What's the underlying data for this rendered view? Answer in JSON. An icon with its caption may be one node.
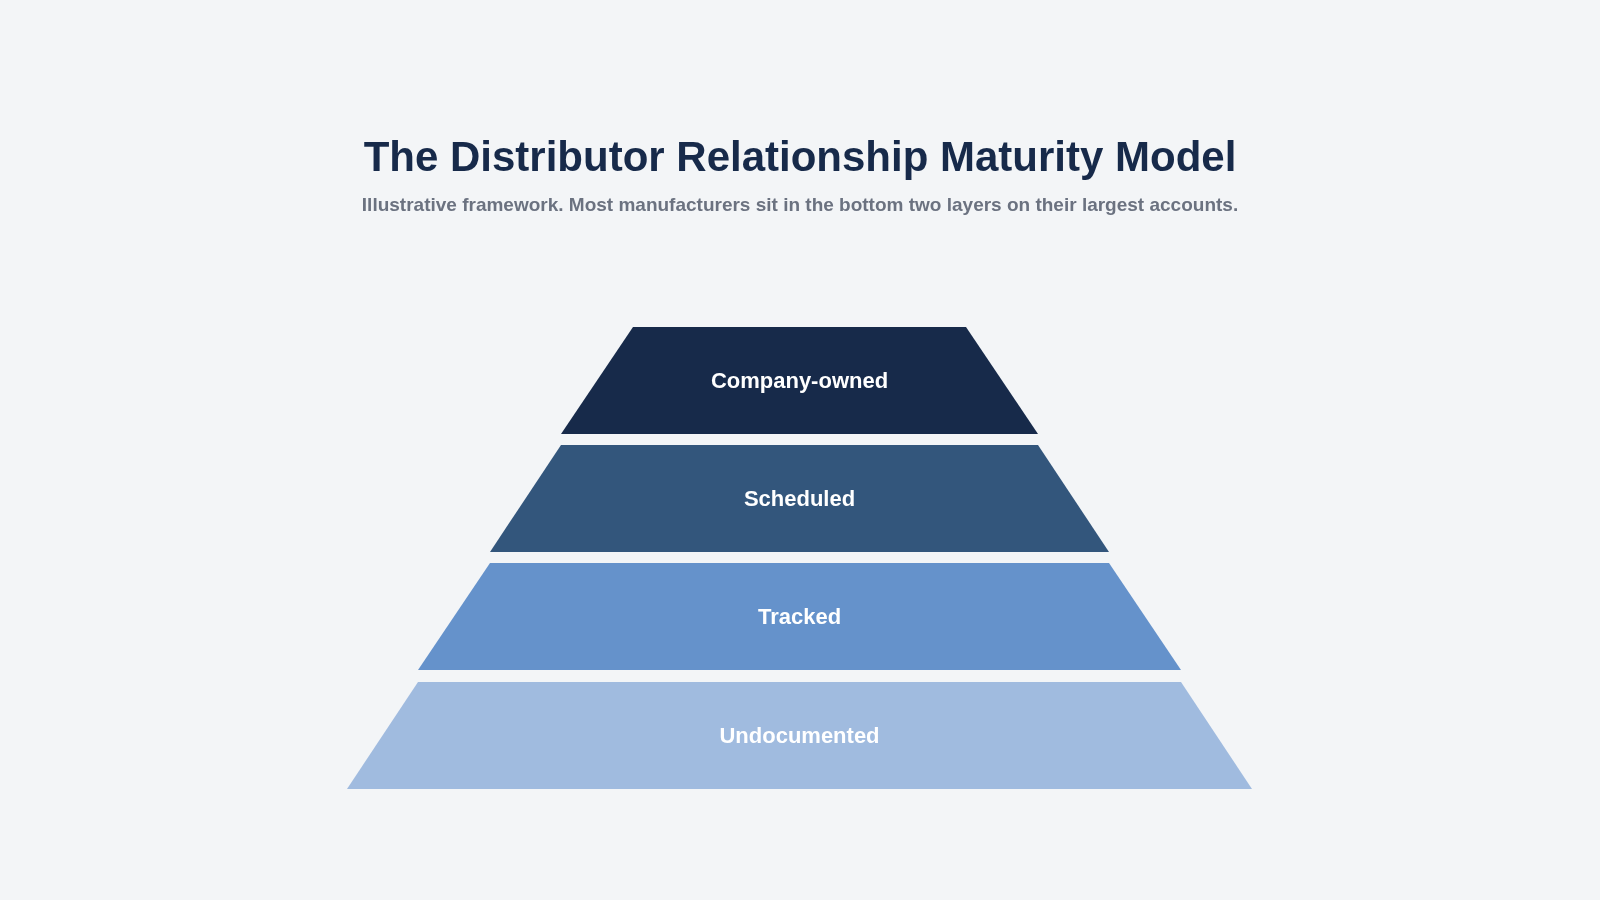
{
  "diagram": {
    "title": "The Distributor Relationship Maturity Model",
    "caption": "Illustrative framework. Most manufacturers sit in the bottom two layers on their largest accounts.",
    "nodes": [
      {
        "text": [
          "Company-owned"
        ]
      },
      {
        "text": [
          "Scheduled"
        ]
      },
      {
        "text": [
          "Tracked"
        ]
      },
      {
        "text": [
          "Undocumented"
        ]
      }
    ]
  }
}
